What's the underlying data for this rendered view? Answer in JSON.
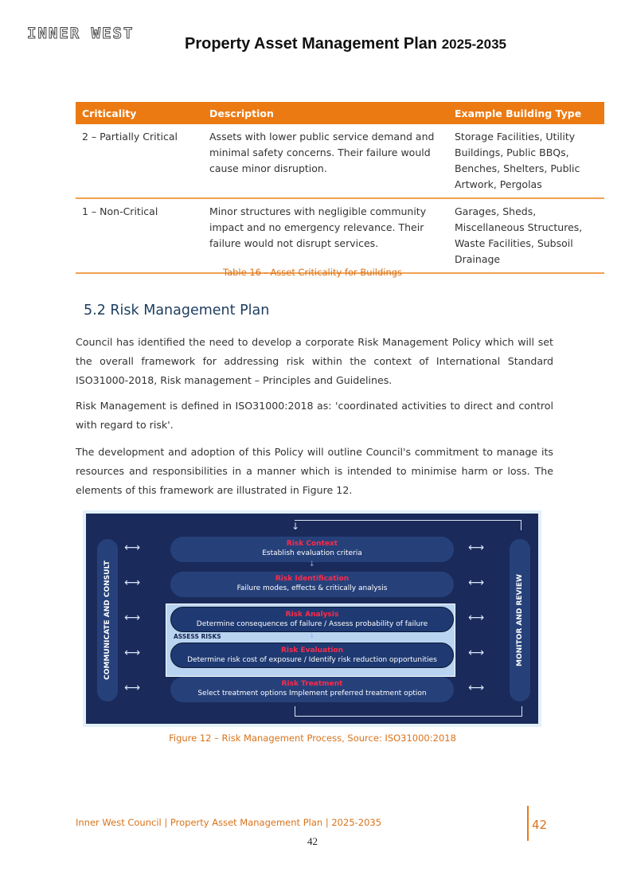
{
  "header": {
    "logo": "INNER WEST",
    "title": "Property Asset Management Plan",
    "title_years": "2025-2035"
  },
  "table": {
    "headers": [
      "Criticality",
      "Description",
      "Example Building Type"
    ],
    "rows": [
      [
        "2 – Partially Critical",
        "Assets with lower public service demand and minimal safety concerns. Their failure would cause minor disruption.",
        "Storage Facilities, Utility Buildings, Public BBQs, Benches, Shelters, Public Artwork, Pergolas"
      ],
      [
        "1 – Non-Critical",
        "Minor structures with negligible community impact and no emergency relevance. Their failure would not disrupt services.",
        "Garages, Sheds, Miscellaneous Structures, Waste Facilities, Subsoil Drainage"
      ]
    ],
    "caption": "Table 16 - Asset Criticality for Buildings"
  },
  "section": {
    "heading": "5.2 Risk Management Plan",
    "paragraphs": [
      "Council has identified the need to develop a corporate Risk Management Policy which will set the overall framework for addressing risk within the context of International Standard ISO31000-2018, Risk management – Principles and Guidelines.",
      "Risk Management is defined in ISO31000:2018 as: 'coordinated activities to direct and control with regard to risk'.",
      "The development and adoption of this Policy will outline Council's commitment to manage its resources and responsibilities in a manner which is intended to minimise harm or loss. The elements of this framework are illustrated in Figure 12."
    ]
  },
  "figure": {
    "left_label": "COMMUNICATE AND CONSULT",
    "right_label": "MONITOR AND REVIEW",
    "assess_label": "ASSESS RISKS",
    "steps": [
      {
        "title": "Risk Context",
        "desc": "Establish evaluation criteria"
      },
      {
        "title": "Risk Identification",
        "desc": "Failure modes, effects & critically analysis"
      },
      {
        "title": "Risk Analysis",
        "desc": "Determine consequences of failure / Assess probability of failure"
      },
      {
        "title": "Risk Evaluation",
        "desc": "Determine risk cost of exposure / Identify risk reduction opportunities"
      },
      {
        "title": "Risk Treatment",
        "desc": "Select treatment options Implement preferred treatment option"
      }
    ],
    "caption": "Figure 12 – Risk Management Process, Source: ISO31000:2018"
  },
  "footer": {
    "text": "Inner West Council | Property Asset Management Plan | 2025-2035",
    "page_badge": "42",
    "page_number": "42"
  }
}
